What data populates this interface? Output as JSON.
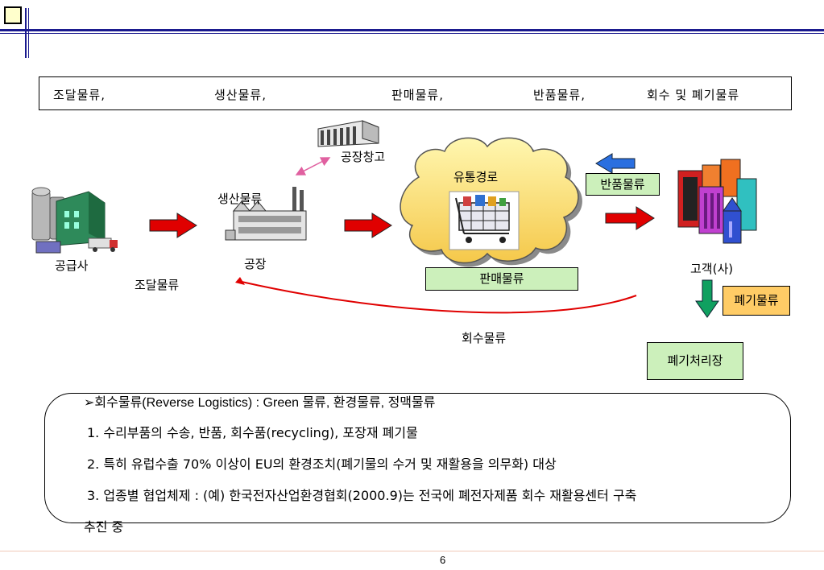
{
  "top_categories": [
    "조달물류,",
    "생산물류,",
    "판매물류,",
    "반품물류,",
    "회수 및 폐기물류"
  ],
  "diagram": {
    "supplier_label": "공급사",
    "procurement_label": "조달물류",
    "production_label": "생산물류",
    "factory_label": "공장",
    "warehouse_label": "공장창고",
    "channel_label": "유통경로",
    "sales_label": "판매물류",
    "returns_label": "반품물류",
    "customer_label": "고객(사)",
    "waste_label": "폐기물류",
    "disposal_label": "폐기처리장",
    "recovery_label": "회수물류",
    "colors": {
      "arrow_red": "#e00000",
      "arrow_blue": "#2a6fe0",
      "arrow_green": "#10a060",
      "box_green": "#ccf0bb",
      "box_orange": "#ffcc66",
      "curve_red": "#e00000",
      "double_arrow": "#e060a0"
    }
  },
  "text_box": {
    "heading": "➢회수물류(Reverse Logistics) : Green 물류, 환경물류, 정맥물류",
    "lines": [
      "1. 수리부품의 수송, 반품, 회수품(recycling), 포장재 폐기물",
      "2. 특히 유럽수출 70% 이상이 EU의 환경조치(폐기물의 수거 및 재활용을 의무화) 대상",
      "3. 업종별 협업체제 : (예) 한국전자산업환경협회(2000.9)는 전국에 폐전자제품 회수 재활용센터 구축",
      "추진 중"
    ]
  },
  "page_number": "6"
}
